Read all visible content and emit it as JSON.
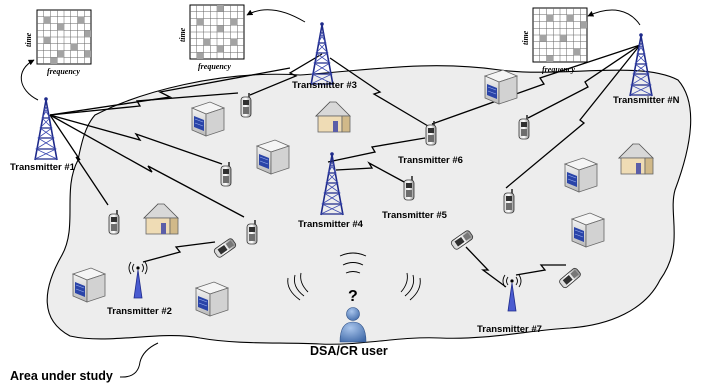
{
  "diagram": {
    "area_label": "Area under study",
    "user_label": "DSA/CR user",
    "question_mark": "?",
    "grid_axis": {
      "x": "frequency",
      "y": "time"
    },
    "transmitters": [
      {
        "id": "tx1",
        "label": "Transmitter #1",
        "type": "tower"
      },
      {
        "id": "tx2",
        "label": "Transmitter #2",
        "type": "small"
      },
      {
        "id": "tx3",
        "label": "Transmitter #3",
        "type": "tower"
      },
      {
        "id": "tx4",
        "label": "Transmitter #4",
        "type": "tower"
      },
      {
        "id": "tx5",
        "label": "Transmitter #5",
        "type": "phone"
      },
      {
        "id": "tx6",
        "label": "Transmitter #6",
        "type": "phone"
      },
      {
        "id": "tx7",
        "label": "Transmitter #7",
        "type": "small"
      },
      {
        "id": "txN",
        "label": "Transmitter #N",
        "type": "tower"
      }
    ]
  },
  "colors": {
    "area_fill": "#ededed",
    "tower": "#1e2a8a",
    "grid_occupied": "#a3a3a3",
    "phone": "#9a9a9a",
    "user": "#5e88c2"
  }
}
